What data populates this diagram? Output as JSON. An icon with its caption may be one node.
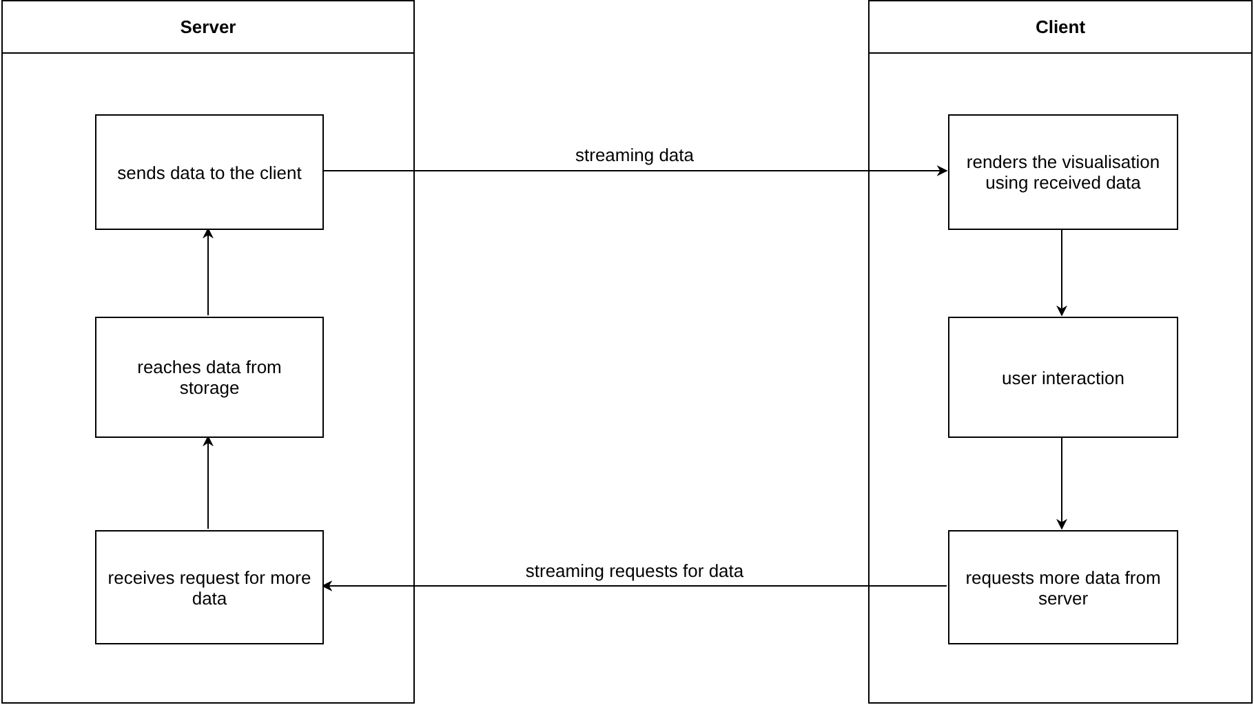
{
  "diagram": {
    "nodes": [
      {
        "text": [
          "Server"
        ]
      },
      {
        "text": [
          "sends data to the client"
        ],
        "in": 0
      },
      {
        "text": [
          "reaches data from storage"
        ],
        "in": 0
      },
      {
        "text": [
          "receives request for more data"
        ],
        "in": 0
      },
      {
        "text": [
          "Client"
        ]
      },
      {
        "text": [
          "renders the visualisation using received data"
        ],
        "in": 4
      },
      {
        "text": [
          "user interaction"
        ],
        "in": 4
      },
      {
        "text": [
          "requests more data from server"
        ],
        "in": 4
      }
    ],
    "edges": [
      {
        "from": 3,
        "to": 2,
        "arrow": "to"
      },
      {
        "from": 2,
        "to": 1,
        "arrow": "to"
      },
      {
        "from": 1,
        "to": 5,
        "arrow": "to",
        "label": "streaming data"
      },
      {
        "from": 5,
        "to": 6,
        "arrow": "to"
      },
      {
        "from": 6,
        "to": 7,
        "arrow": "to"
      },
      {
        "from": 7,
        "to": 3,
        "arrow": "to",
        "label": "streaming requests for data"
      }
    ]
  }
}
